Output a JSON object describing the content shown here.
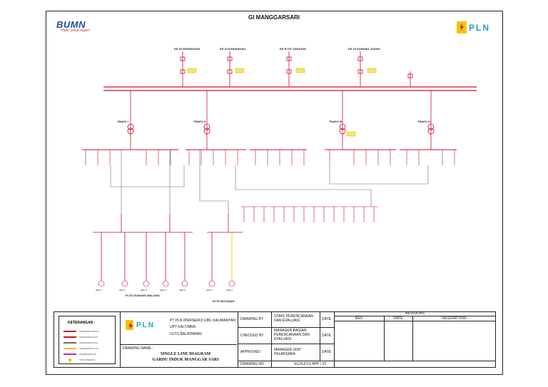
{
  "header": {
    "title": "GI MANGGARSARI",
    "bumn_word": "BUMN",
    "bumn_tagline": "Hadir untuk negeri",
    "pln_word": "PLN"
  },
  "feeders_top": [
    "KE GI SEPINGGAN",
    "KE GI KARIANGAU",
    "KE PLTD TANJUNG",
    "KE GI KARANG JOANG"
  ],
  "trafos": [
    "TRAFO I",
    "TRAFO II",
    "TRAFO III",
    "TRAFO IV"
  ],
  "gen_groups": {
    "left_group_label": "PLTD GUNUNG MALANG",
    "left_gens": [
      "GEN 1",
      "GEN 2",
      "GEN 3",
      "GEN 4",
      "GEN 5"
    ],
    "right_group_label": "PLTD BATAKAN",
    "right_gens": [
      "GEN 1",
      "GEN 2"
    ]
  },
  "legend": {
    "title": "KETERANGAN :",
    "items": [
      {
        "label": "TEGANGAN 150 KV",
        "color": "#c8102e"
      },
      {
        "label": "TEGANGAN 20 KV",
        "color": "#c8102e"
      },
      {
        "label": "TEGANGAN 0,4 KV",
        "color": "#6a6a6a"
      },
      {
        "label": "TEGANGAN 6,3 KV",
        "color": "#e8c400"
      },
      {
        "label": "TEGANGAN 6 KV",
        "color": "#c020c0"
      },
      {
        "label": "TITIK SINKRON",
        "color": "#e8c400"
      }
    ]
  },
  "title_block": {
    "company_line1": "PT PLN (PERSERO) UIKL  KALIMANTAN",
    "company_line2": "UPT KALTIMRA",
    "company_line3": "ULTG BALIKPAPAN",
    "pln_word": "PLN",
    "drawing_name_label": "DRAWING NAME :",
    "drawing_name_1": "SINGLE LINE DIAGRAM",
    "drawing_name_2": "GARDU INDUK MANGGAR SARI",
    "drawing_by_label": "DRAWING BY",
    "drawing_by_value": "STAFF PERENCANAAN DAN EVALUASI",
    "checked_by_label": "CHECKED BY",
    "checked_by_value": "MANAGER BAGIAN PERENCANAAN DAN EVALUASI",
    "approved_label": "APPROVED",
    "approved_value": "MANAGER UNIT PELAKSANA",
    "date_label": "DATE",
    "drawing_no_label": "DRAWING NO :",
    "drawing_no_value": "SLD/ULTG BPP / 02",
    "revisions_label": "REVISIONS",
    "rev_col": "REV",
    "date_col": "DATE",
    "desc_col": "DESCRIPTION"
  },
  "colors": {
    "main": "#c8102e",
    "secondary": "#6a6a6a",
    "sync": "#e8c400",
    "mv6": "#c020c0"
  }
}
